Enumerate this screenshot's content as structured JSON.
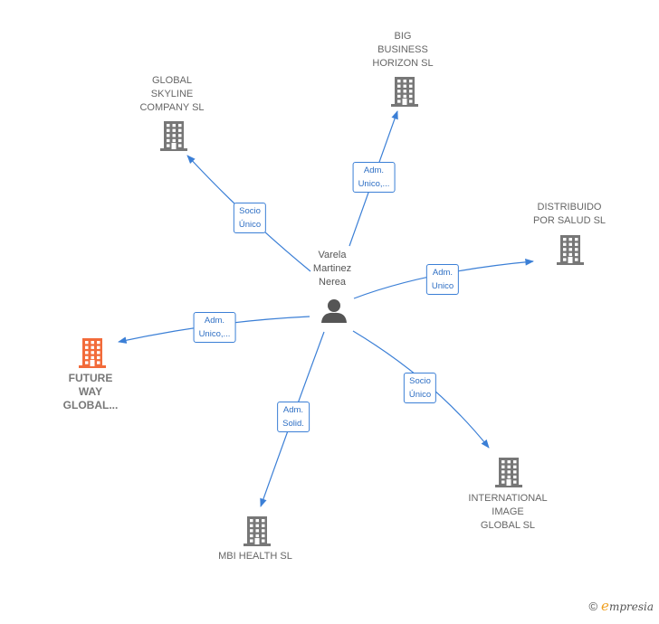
{
  "center": {
    "name": "Varela\nMartinez\nNerea",
    "icon": "person-icon"
  },
  "companies": [
    {
      "id": "big-business",
      "name": "BIG\nBUSINESS\nHORIZON  SL",
      "icon": "building-icon",
      "color": "#777777"
    },
    {
      "id": "global-skyline",
      "name": "GLOBAL\nSKYLINE\nCOMPANY  SL",
      "icon": "building-icon",
      "color": "#777777"
    },
    {
      "id": "distribuido",
      "name": "DISTRIBUIDO\nPOR SALUD  SL",
      "icon": "building-icon",
      "color": "#777777"
    },
    {
      "id": "future-way",
      "name": "FUTURE\nWAY\nGLOBAL...",
      "icon": "building-icon",
      "color": "#f26b3a"
    },
    {
      "id": "international-image",
      "name": "INTERNATIONAL\nIMAGE\nGLOBAL  SL",
      "icon": "building-icon",
      "color": "#777777"
    },
    {
      "id": "mbi-health",
      "name": "MBI HEALTH  SL",
      "icon": "building-icon",
      "color": "#777777"
    }
  ],
  "edges": [
    {
      "to": "big-business",
      "label": "Adm.\nUnico,..."
    },
    {
      "to": "global-skyline",
      "label": "Socio\nÚnico"
    },
    {
      "to": "distribuido",
      "label": "Adm.\nUnico"
    },
    {
      "to": "future-way",
      "label": "Adm.\nUnico,..."
    },
    {
      "to": "international-image",
      "label": "Socio\nÚnico"
    },
    {
      "to": "mbi-health",
      "label": "Adm.\nSolid."
    }
  ],
  "colors": {
    "edge": "#3b7fd6",
    "building": "#777777",
    "focus": "#f26b3a",
    "person": "#555555"
  },
  "brand": {
    "copyright": "©",
    "initial": "e",
    "rest": "mpresia"
  }
}
